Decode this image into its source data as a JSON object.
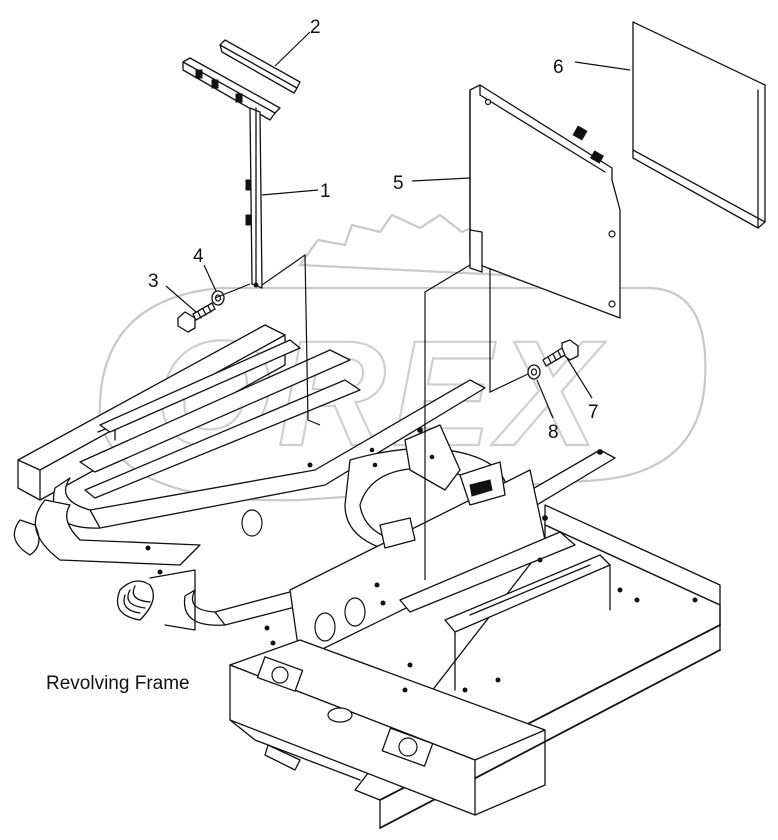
{
  "caption": "Revolving Frame",
  "callouts": [
    {
      "id": "1",
      "label": "1"
    },
    {
      "id": "2",
      "label": "2"
    },
    {
      "id": "3",
      "label": "3"
    },
    {
      "id": "4",
      "label": "4"
    },
    {
      "id": "5",
      "label": "5"
    },
    {
      "id": "6",
      "label": "6"
    },
    {
      "id": "7",
      "label": "7"
    },
    {
      "id": "8",
      "label": "8"
    }
  ],
  "watermark": {
    "text": "OREX"
  },
  "colors": {
    "line": "#111111",
    "background": "#ffffff",
    "watermark": "#c9c9c9"
  }
}
